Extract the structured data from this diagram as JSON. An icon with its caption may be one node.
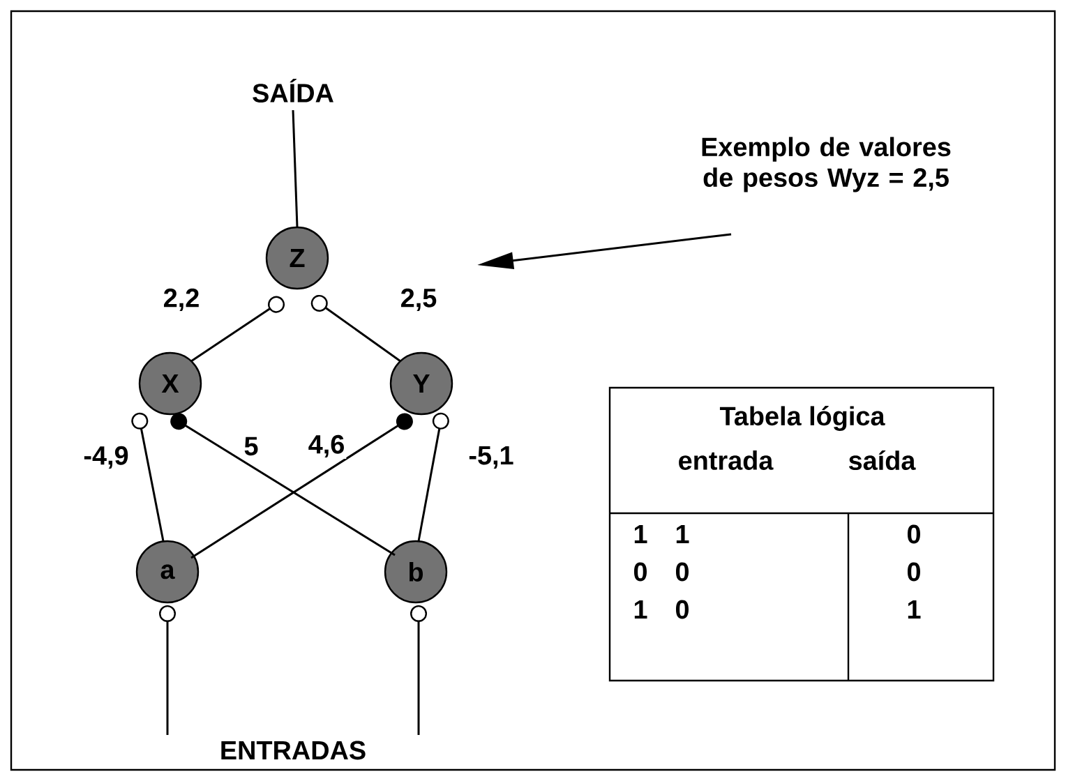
{
  "diagram": {
    "nodes": [
      {
        "text": [
          "SAÍDA"
        ]
      },
      {
        "text": [
          "Z"
        ]
      },
      {
        "text": [
          "X"
        ]
      },
      {
        "text": [
          "Y"
        ]
      },
      {
        "text": [
          "a"
        ]
      },
      {
        "text": [
          "b"
        ]
      },
      {
        "text": [
          "ENTRADAS"
        ]
      },
      {
        "text": [
          "Exemplo de valores de pesos Wyz = 2,5"
        ]
      }
    ],
    "edges": [
      {
        "from": 1,
        "to": 0,
        "arrow": "none"
      },
      {
        "from": 2,
        "to": 1,
        "arrow": "other",
        "label": "2,2"
      },
      {
        "from": 3,
        "to": 1,
        "arrow": "other",
        "label": "2,5"
      },
      {
        "from": 4,
        "to": 2,
        "arrow": "other",
        "label": "-4,9"
      },
      {
        "from": 5,
        "to": 2,
        "arrow": "other",
        "label": "5"
      },
      {
        "from": 4,
        "to": 3,
        "arrow": "other",
        "label": "4,6"
      },
      {
        "from": 5,
        "to": 3,
        "arrow": "other",
        "label": "-5,1"
      },
      {
        "from": null,
        "to": 4,
        "arrow": "other"
      },
      {
        "from": null,
        "to": 5,
        "arrow": "other"
      },
      {
        "from": 7,
        "to": null,
        "arrow": "to"
      }
    ],
    "labels": [
      "Tabela lógica",
      "entrada",
      "saída",
      "1",
      "1",
      "0",
      "0",
      "0",
      "0",
      "1",
      "0",
      "1"
    ]
  }
}
